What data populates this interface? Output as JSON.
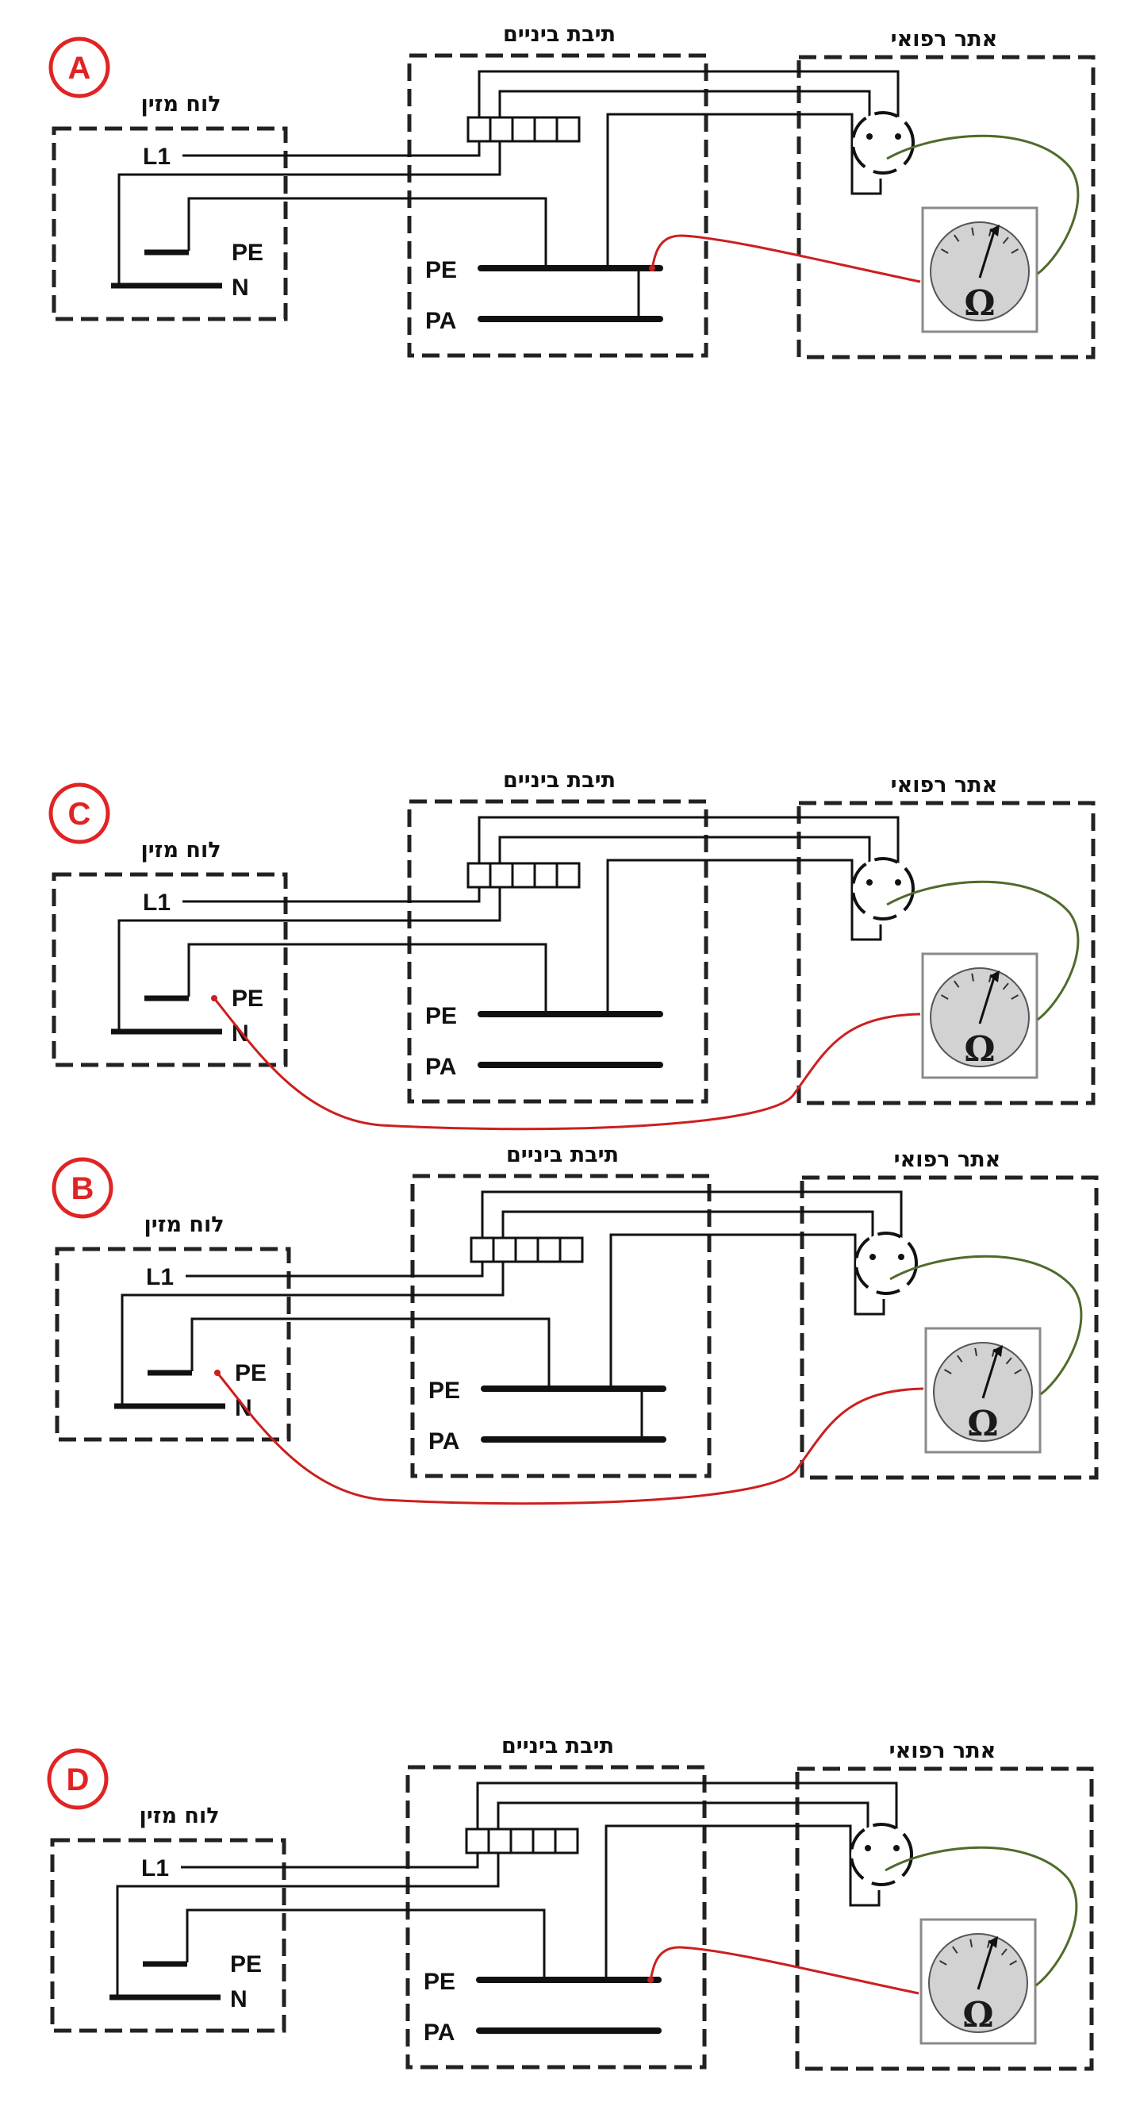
{
  "panels": [
    {
      "id": "A",
      "badge": "A",
      "supply_board_title": "לוח מזין",
      "junction_box_title": "תיבת ביניים",
      "medical_site_title": "אתר רפואי",
      "supply_terminals": [
        "L1",
        "PE",
        "N"
      ],
      "busbars": [
        "PE",
        "PA"
      ],
      "meter_symbol": "Ω"
    },
    {
      "id": "C",
      "badge": "C",
      "supply_board_title": "לוח מזין",
      "junction_box_title": "תיבת ביניים",
      "medical_site_title": "אתר רפואי",
      "supply_terminals": [
        "L1",
        "PE",
        "N"
      ],
      "busbars": [
        "PE",
        "PA"
      ],
      "meter_symbol": "Ω"
    },
    {
      "id": "B",
      "badge": "B",
      "supply_board_title": "לוח מזין",
      "junction_box_title": "תיבת ביניים",
      "medical_site_title": "אתר רפואי",
      "supply_terminals": [
        "L1",
        "PE",
        "N"
      ],
      "busbars": [
        "PE",
        "PA"
      ],
      "meter_symbol": "Ω"
    },
    {
      "id": "D",
      "badge": "D",
      "supply_board_title": "לוח מזין",
      "junction_box_title": "תיבת ביניים",
      "medical_site_title": "אתר רפואי",
      "supply_terminals": [
        "L1",
        "PE",
        "N"
      ],
      "busbars": [
        "PE",
        "PA"
      ],
      "meter_symbol": "Ω"
    }
  ],
  "colors": {
    "wire": "#111111",
    "probe_red": "#cc1f1f",
    "probe_green": "#4f6b2a",
    "badge_red": "#e02424",
    "meter_face": "#d2d2d2"
  }
}
